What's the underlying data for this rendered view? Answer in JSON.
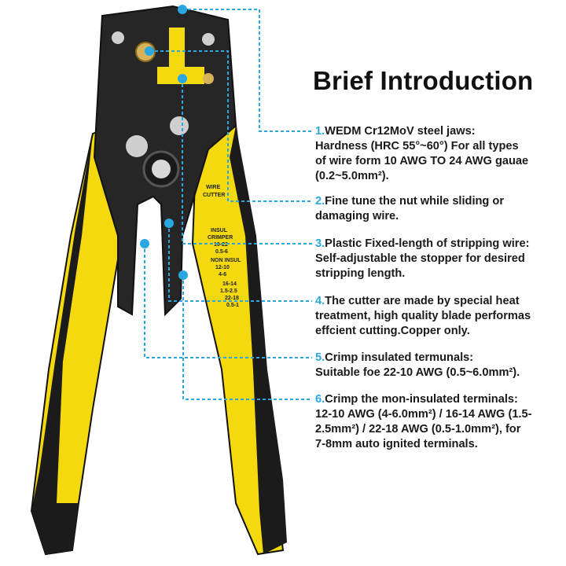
{
  "title": "Brief Introduction",
  "accent_color": "#2aa7e0",
  "features": [
    {
      "num": "1.",
      "text": "WEDM Cr12MoV steel jaws:\nHardness (HRC 55°~60°) For all types\nof wire form 10 AWG TO 24 AWG gauae\n(0.2~5.0mm²)."
    },
    {
      "num": "2.",
      "text": "Fine tune the nut while sliding or\ndamaging wire."
    },
    {
      "num": "3.",
      "text": "Plastic Fixed-length of stripping wire:\nSelf-adjustable the stopper for desired\nstripping length."
    },
    {
      "num": "4.",
      "text": "The cutter are made by special heat\ntreatment, high quality blade performas\neffcient cutting.Copper only."
    },
    {
      "num": "5.",
      "text": "Crimp insulated termunals:\nSuitable foe 22-10 AWG (0.5~6.0mm²)."
    },
    {
      "num": "6.",
      "text": "Crimp the mon-insulated terminals:\n12-10 AWG (4-6.0mm²) / 16-14 AWG (1.5-\n2.5mm²) / 22-18 AWG (0.5-1.0mm²), for\n7-8mm auto ignited terminals."
    }
  ],
  "handle_labels": [
    "WIRE",
    "CUTTER",
    "INSUL",
    "CRIMPER",
    "10-22",
    "0.5-6",
    "NON INSUL",
    "12-10",
    "4-6",
    "16-14",
    "1.5-2.5",
    "22-18",
    "0.5-1"
  ]
}
